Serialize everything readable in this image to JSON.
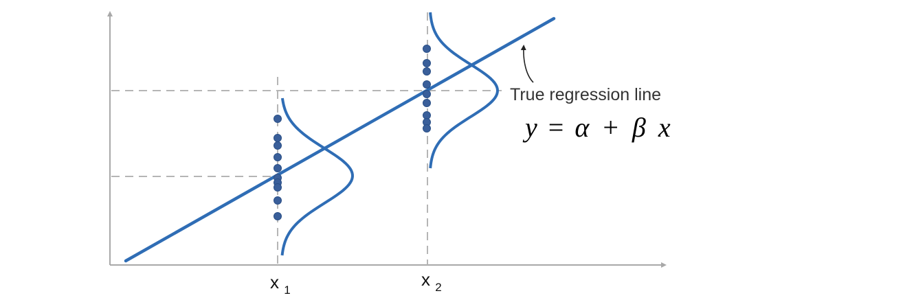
{
  "diagram": {
    "annotation_label": "True regression line",
    "equation": {
      "y": "y",
      "equals": "=",
      "alpha": "α",
      "plus": "+",
      "beta": "β",
      "x": "x"
    },
    "x_tick_labels": [
      {
        "base": "x",
        "sub": "1"
      },
      {
        "base": "x",
        "sub": "2"
      }
    ],
    "colors": {
      "regression_line": "#2f6db5",
      "points": "#3a5f9a",
      "point_outline": "#2a4f86",
      "axes": "#a8a8a8",
      "guide_lines": "#b5b5b5",
      "text": "#333333",
      "equation_text": "#000000"
    }
  }
}
